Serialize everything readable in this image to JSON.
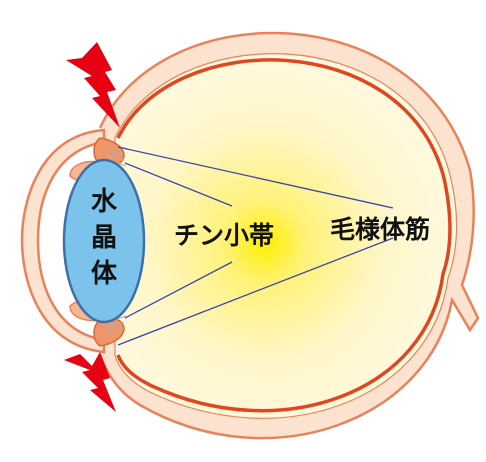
{
  "labels": {
    "lens": [
      "水",
      "晶",
      "体"
    ],
    "zonule": "チン小帯",
    "ciliary_muscle": "毛様体筋"
  },
  "colors": {
    "sclera_fill": "#fbe3cf",
    "sclera_outline": "#e9825a",
    "retina_line": "#e0461f",
    "vitreous_center": "#ffee00",
    "vitreous_edge": "#fff9ea",
    "lens_fill": "#7cc3ec",
    "lens_outline": "#3e6fa8",
    "ciliary": "#ef9566",
    "pointer_line": "#3946a8",
    "strain_mark": "#e60012"
  },
  "icons": [
    "lightning-bolt-icon-top",
    "lightning-bolt-icon-bottom"
  ]
}
